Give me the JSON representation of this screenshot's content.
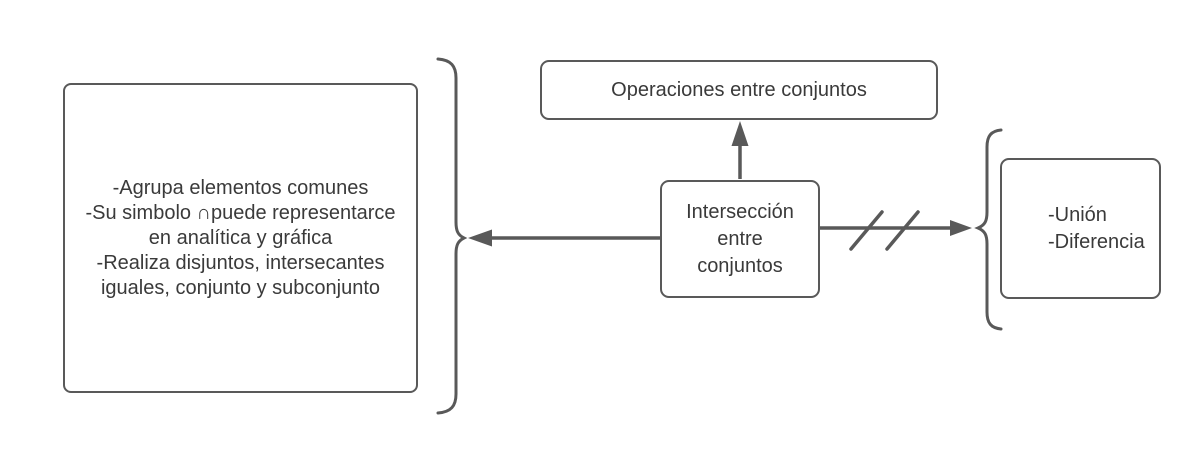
{
  "diagram": {
    "colors": {
      "stroke": "#595959",
      "text": "#3a3a3a",
      "background": "#ffffff"
    },
    "top_box": {
      "label": "Operaciones entre conjuntos"
    },
    "center_box": {
      "lines": [
        "Intersección",
        "entre",
        "conjuntos"
      ]
    },
    "left_box": {
      "lines": [
        "-Agrupa elementos comunes",
        "-Su simbolo ∩puede representarce",
        "en analítica y gráfica",
        "-Realiza disjuntos, intersecantes",
        "iguales, conjunto y subconjunto"
      ]
    },
    "right_box": {
      "lines": [
        "-Unión",
        "-Diferencia"
      ]
    }
  }
}
